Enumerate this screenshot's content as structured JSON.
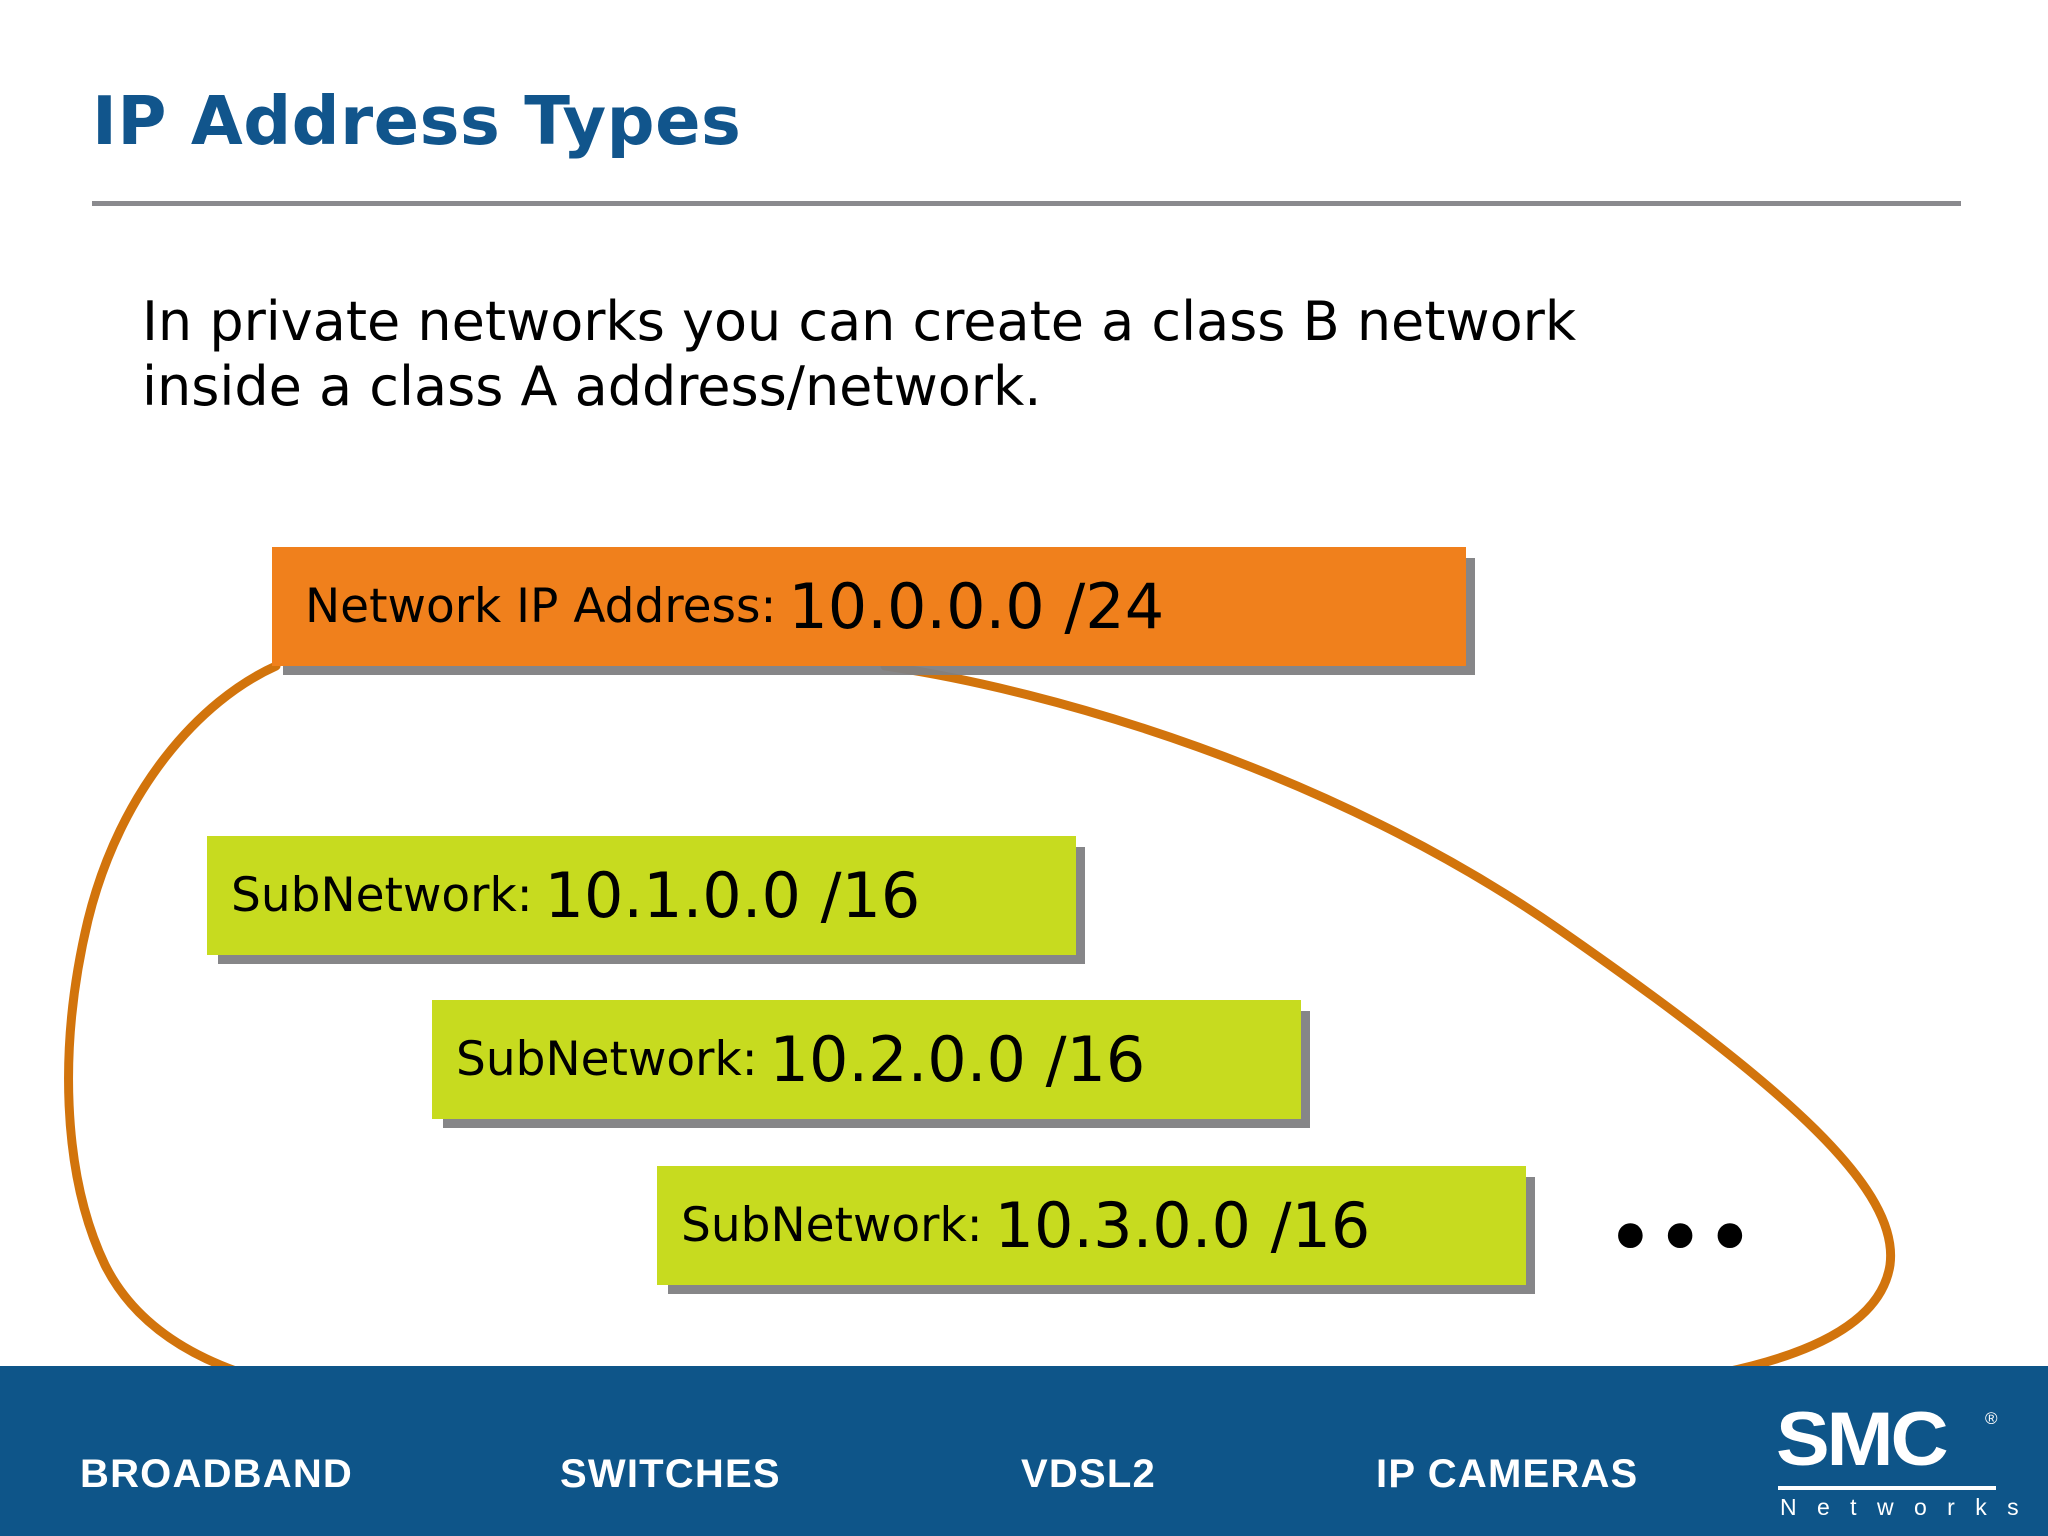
{
  "slide": {
    "title": "IP Address Types",
    "body_lines": [
      "In private networks you can create a class B network",
      "inside a class A address/network."
    ],
    "ellipsis": "•••"
  },
  "diagram": {
    "network_box": {
      "label": "Network IP Address:",
      "value": "10.0.0.0 /24",
      "color": "#F0801C"
    },
    "subnetworks": [
      {
        "label": "SubNetwork:",
        "value": "10.1.0.0 /16",
        "color": "#C7DB1F"
      },
      {
        "label": "SubNetwork:",
        "value": "10.2.0.0 /16",
        "color": "#C7DB1F"
      },
      {
        "label": "SubNetwork:",
        "value": "10.3.0.0 /16",
        "color": "#C7DB1F"
      }
    ],
    "lasso_color": "#D2740C"
  },
  "footer": {
    "background": "#0E5589",
    "items": [
      {
        "label": "BROADBAND"
      },
      {
        "label": "SWITCHES"
      },
      {
        "label": "VDSL2"
      },
      {
        "label": "IP CAMERAS"
      }
    ],
    "logo": {
      "mark": "SMC",
      "registered": "®",
      "subtitle": "N e t w o r k s"
    }
  },
  "colors": {
    "title": "#11558C",
    "rule": "#8A8A8E",
    "body_text": "#000000",
    "shadow": "#808082"
  }
}
